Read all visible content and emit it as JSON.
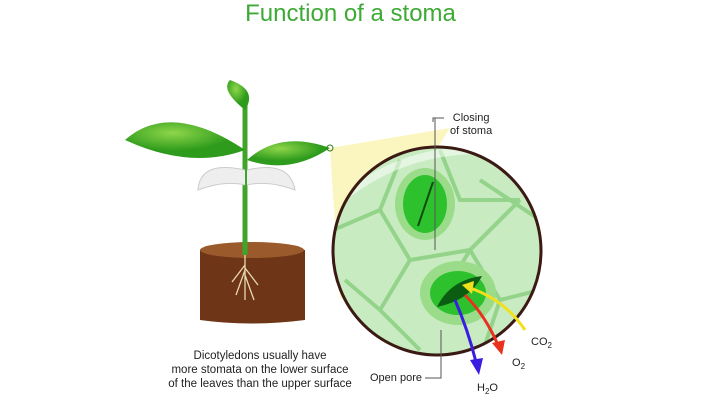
{
  "title": "Function of a stoma",
  "labels": {
    "closing_line1": "Closing",
    "closing_line2": "of stoma",
    "open_pore": "Open pore",
    "co2": "CO",
    "o2": "O",
    "h2o_h": "H",
    "h2o_o": "O",
    "sub2": "2"
  },
  "caption": [
    "Dicotyledons usually have",
    "more  stomata on the lower surface",
    "of the leaves than the upper surface"
  ],
  "colors": {
    "title": "#3daa35",
    "co2_arrow": "#f3e01c",
    "o2_arrow": "#e8321e",
    "h2o_arrow": "#3a1ee0"
  }
}
